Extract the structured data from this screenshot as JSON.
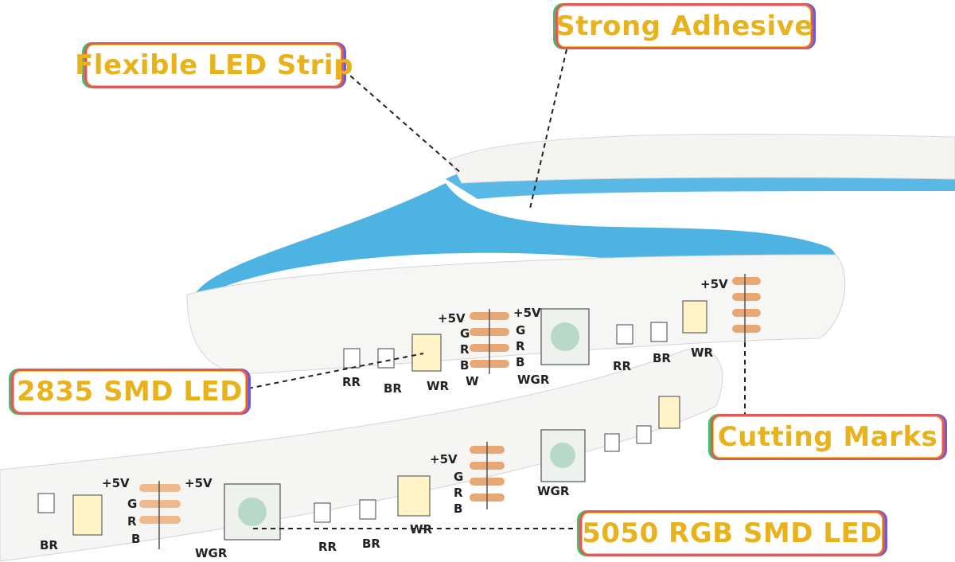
{
  "callouts": {
    "strong_adhesive": "Strong Adhesive",
    "flexible_led_strip": "Flexible LED Strip",
    "smd_2835": "2835 SMD LED",
    "cutting_marks": "Cutting Marks",
    "smd_5050": "5050 RGB SMD LED"
  },
  "pcb_labels": {
    "plus5v": "+5V",
    "g": "G",
    "r": "R",
    "b": "B",
    "w": "W",
    "rr": "RR",
    "br": "BR",
    "wr": "WR",
    "wgr": "WGR"
  },
  "colors": {
    "callout_text": "#e8b21c",
    "adhesive_tape": "#5ab8e6",
    "strip_body": "#f4f4f2",
    "copper_pad": "#e8a876",
    "led_warm": "#fff4c8"
  }
}
